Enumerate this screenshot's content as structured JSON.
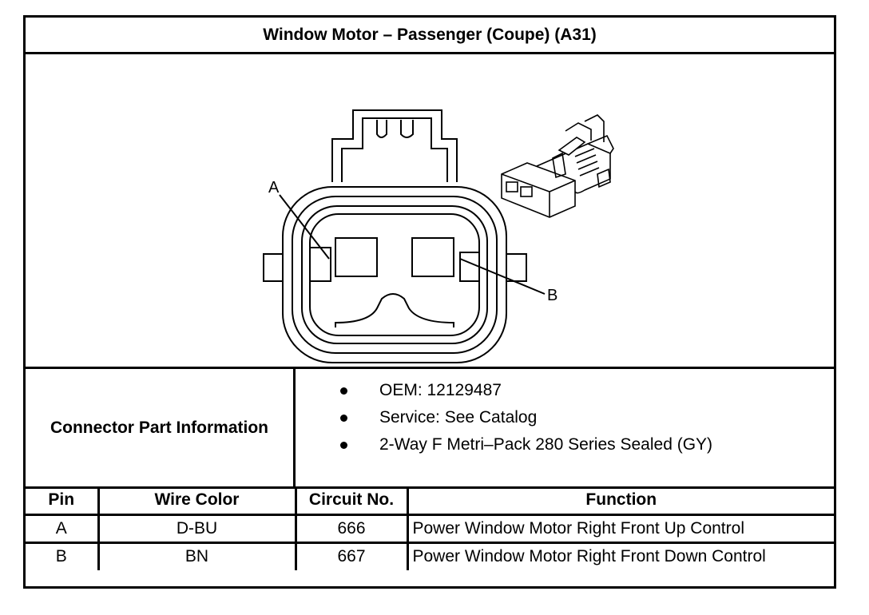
{
  "title": "Window Motor – Passenger (Coupe) (A31)",
  "diagram": {
    "pin_labels": [
      "A",
      "B"
    ]
  },
  "connector_info": {
    "label": "Connector Part Information",
    "items": [
      "OEM: 12129487",
      "Service: See Catalog",
      "2-Way F Metri–Pack 280 Series Sealed (GY)"
    ]
  },
  "pin_table": {
    "headers": [
      "Pin",
      "Wire Color",
      "Circuit No.",
      "Function"
    ],
    "rows": [
      {
        "pin": "A",
        "wire_color": "D-BU",
        "circuit": "666",
        "function": "Power Window Motor Right Front Up Control"
      },
      {
        "pin": "B",
        "wire_color": "BN",
        "circuit": "667",
        "function": "Power Window Motor Right Front Down Control"
      }
    ]
  }
}
